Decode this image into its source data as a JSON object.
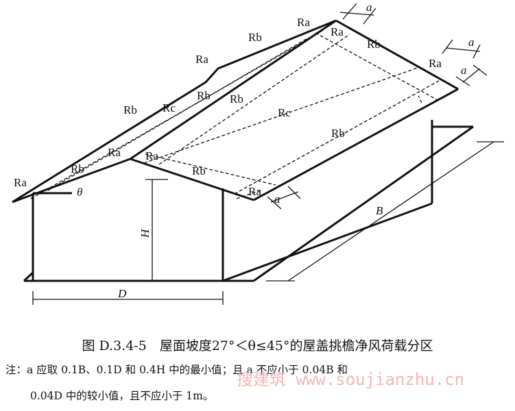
{
  "figure": {
    "labels": {
      "ra": "Ra",
      "rb": "Rb",
      "rc": "Rc",
      "a": "a",
      "theta": "θ",
      "H": "H",
      "D": "D",
      "B": "B"
    },
    "caption": "图 D.3.4-5　屋面坡度27°＜θ≤45°的屋盖挑檐净风荷载分区",
    "note_line1": "注：a 应取 0.1B、0.1D 和 0.4H 中的最小值；且 a 不应小于 0.04B 和",
    "note_line2": "0.04D 中的较小值，且不应小于 1m。",
    "watermark": "搜建筑 www.soujianzhu.cn"
  }
}
